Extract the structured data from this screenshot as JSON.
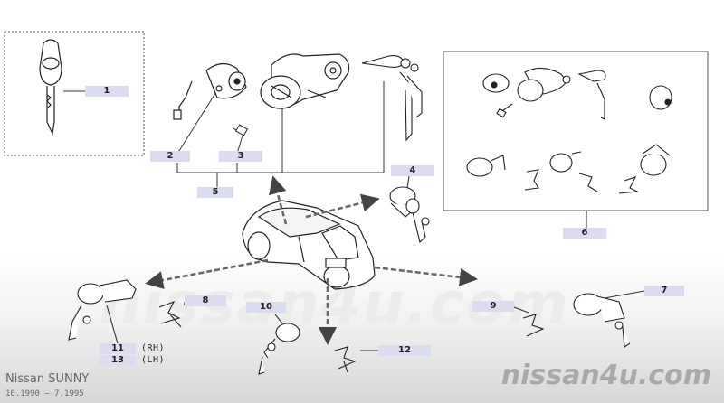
{
  "callouts": {
    "c1": "1",
    "c2": "2",
    "c3": "3",
    "c4": "4",
    "c5": "5",
    "c6": "6",
    "c7": "7",
    "c8": "8",
    "c9": "9",
    "c10": "10",
    "c11": "11",
    "c12": "12",
    "c13": "13"
  },
  "side_labels": {
    "rh": "(RH)",
    "lh": "(LH)"
  },
  "watermark": {
    "background_text": "nissan4u.com",
    "corner_text": "nissan4u.com"
  },
  "footer": {
    "model": "Nissan SUNNY",
    "dates": "10.1990 — 7.1995"
  },
  "colors": {
    "callout_fill": "#dcdcf0",
    "arrow_line": "#666666",
    "arrow_head": "#444444"
  }
}
